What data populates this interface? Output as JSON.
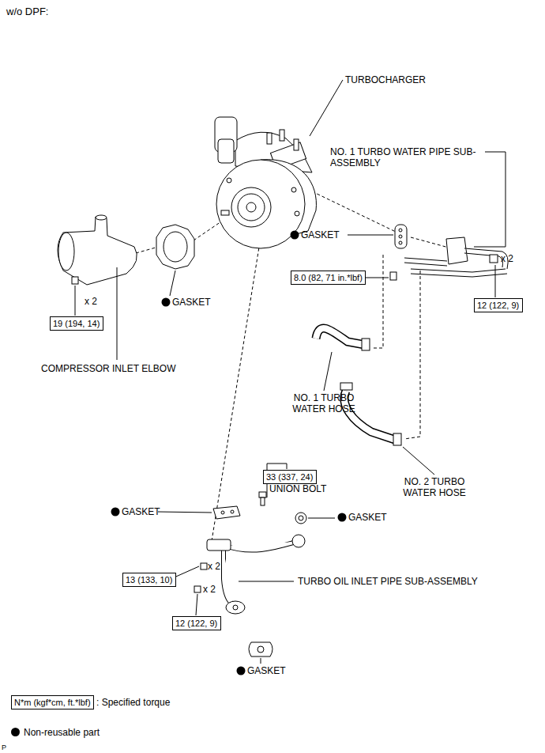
{
  "diagram": {
    "title": "w/o DPF:",
    "nodes": [
      {
        "text": [
          "8.0 (82, 71 in.*lbf)"
        ]
      },
      {
        "text": [
          "12 (122, 9)"
        ]
      },
      {
        "text": [
          "19 (194, 14)"
        ]
      },
      {
        "text": [
          "33 (337, 24)"
        ]
      },
      {
        "text": [
          "13 (133, 10)"
        ]
      },
      {
        "text": [
          "12 (122, 9)"
        ]
      },
      {
        "text": [
          "N*m (kgf*cm, ft.*lbf)"
        ]
      }
    ],
    "labels": [
      "TURBOCHARGER",
      "NO. 1 TURBO WATER PIPE SUB-ASSEMBLY",
      "GASKET",
      "x 2",
      "GASKET",
      "x 2",
      "COMPRESSOR INLET ELBOW",
      "NO. 1 TURBO WATER HOSE",
      "NO. 2 TURBO WATER HOSE",
      "UNION BOLT",
      "GASKET",
      "GASKET",
      "x 2",
      "TURBO OIL INLET PIPE SUB-ASSEMBLY",
      "x 2",
      "GASKET",
      "P"
    ],
    "legend": [
      {
        "text": ": Specified torque"
      },
      {
        "text": "Non-reusable part",
        "color": "#000000"
      }
    ]
  }
}
